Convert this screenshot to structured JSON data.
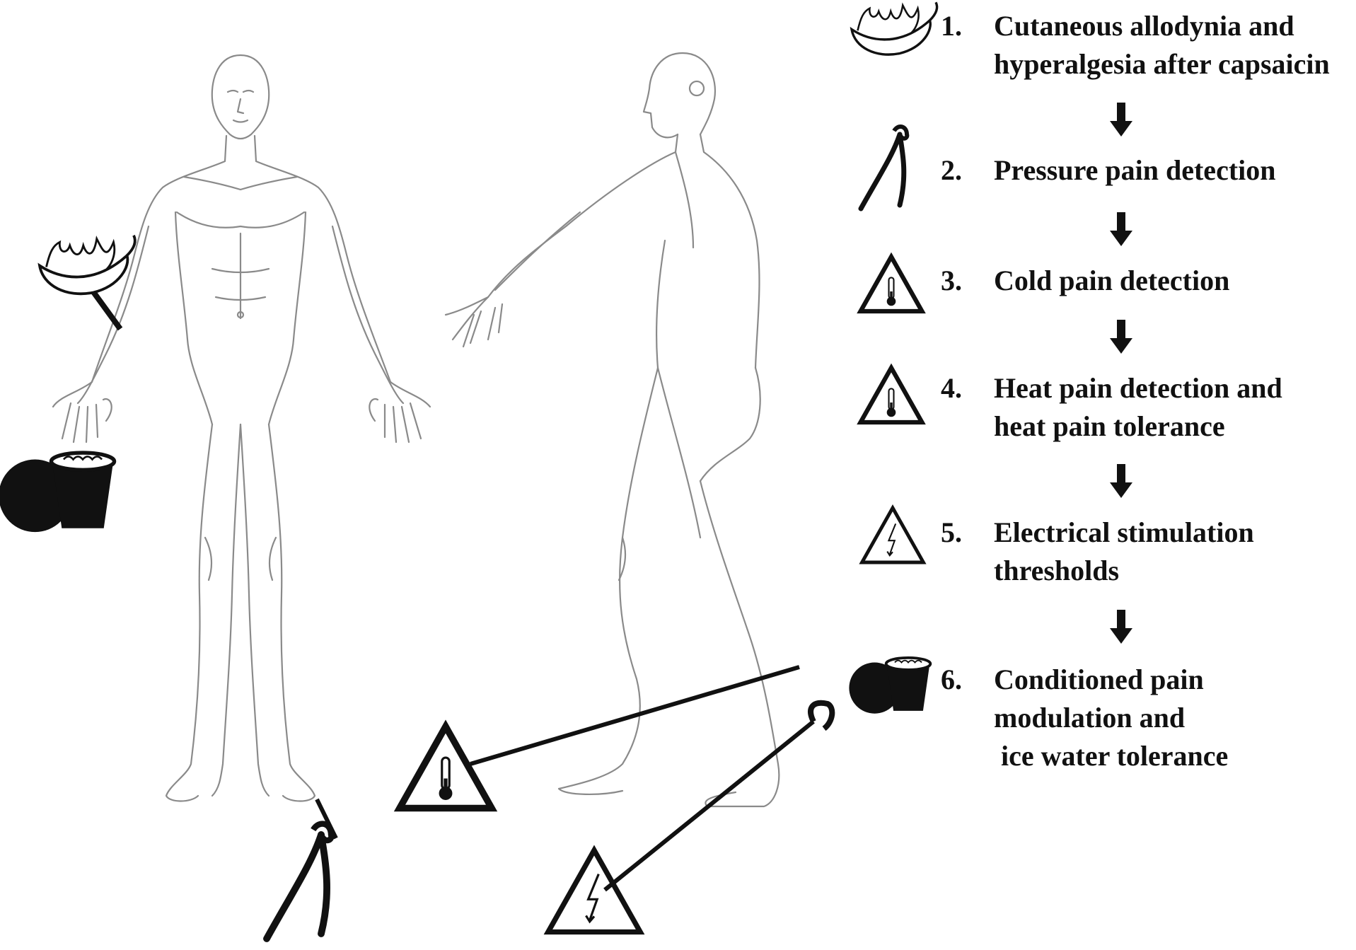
{
  "steps": [
    {
      "number": "1.",
      "lines": [
        "Cutaneous allodynia and",
        "hyperalgesia after capsaicin"
      ],
      "icon": "chili-pepper-icon"
    },
    {
      "number": "2.",
      "lines": [
        "Pressure pain detection"
      ],
      "icon": "pressure-algometer-icon"
    },
    {
      "number": "3.",
      "lines": [
        "Cold pain detection"
      ],
      "icon": "thermometer-warning-icon"
    },
    {
      "number": "4.",
      "lines": [
        "Heat pain detection and",
        "heat pain tolerance"
      ],
      "icon": "thermometer-warning-icon"
    },
    {
      "number": "5.",
      "lines": [
        "Electrical stimulation",
        "thresholds"
      ],
      "icon": "electric-warning-icon"
    },
    {
      "number": "6.",
      "lines": [
        "Conditioned pain",
        "modulation and",
        " ice water tolerance"
      ],
      "icon": "ice-bucket-icon"
    }
  ],
  "colors": {
    "ink": "#111111",
    "outline": "#8a8a8a"
  }
}
